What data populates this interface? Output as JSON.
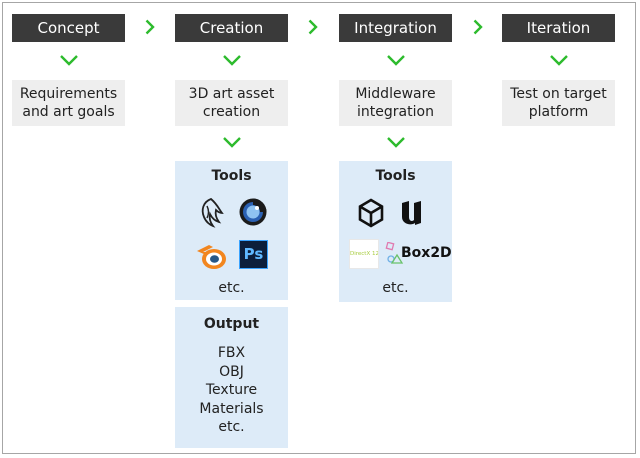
{
  "stages": [
    "Concept",
    "Creation",
    "Integration",
    "Iteration"
  ],
  "descriptions": [
    "Requirements\nand art goals",
    "3D art asset\ncreation",
    "Middleware\nintegration",
    "Test on target\nplatform"
  ],
  "creation_tools": {
    "title": "Tools",
    "icons": [
      "maya-icon",
      "cinema4d-icon",
      "blender-icon",
      "photoshop-icon"
    ],
    "photoshop_text": "Ps",
    "etc": "etc."
  },
  "creation_output": {
    "title": "Output",
    "items": [
      "FBX",
      "OBJ",
      "Texture",
      "Materials",
      "etc."
    ]
  },
  "integration_tools": {
    "title": "Tools",
    "icons": [
      "unity-icon",
      "unreal-icon",
      "directx12-icon",
      "box2d-icon"
    ],
    "directx_text": "DirectX 12",
    "box2d_text": "Box2D",
    "etc": "etc."
  },
  "colors": {
    "stage_bg": "#3a3a3a",
    "desc_bg": "#eeeeee",
    "panel_bg": "#ddebf8",
    "arrow": "#2dbb2d"
  }
}
